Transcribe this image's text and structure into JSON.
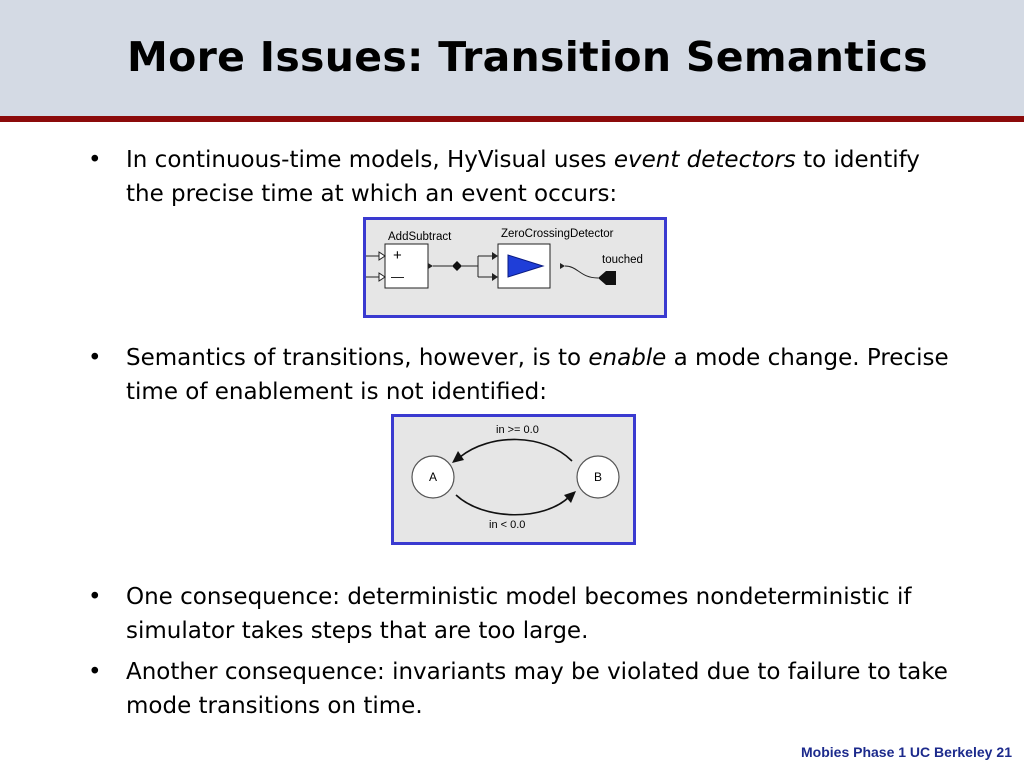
{
  "slide": {
    "title": "More Issues: Transition Semantics"
  },
  "bullets": [
    {
      "marker": "•",
      "parts": [
        "In continuous-time models, HyVisual uses ",
        "event detectors",
        " to identify the precise time at which an event occurs:"
      ]
    },
    {
      "marker": "•",
      "parts": [
        "Semantics of transitions, however, is to ",
        "enable",
        " a mode change. Precise time of enablement is not identified:"
      ]
    },
    {
      "marker": "•",
      "text": "One consequence: deterministic model becomes nondeterministic if simulator takes steps that are too large."
    },
    {
      "marker": "•",
      "text": "Another consequence: invariants may be violated due to failure to take mode transitions on time."
    }
  ],
  "diagram1": {
    "add_subtract_label": "AddSubtract",
    "plus_sign": "+",
    "minus_sign": "—",
    "detector_label": "ZeroCrossingDetector",
    "output_label": "touched"
  },
  "diagram2": {
    "state_a": "A",
    "state_b": "B",
    "top_guard": "in >= 0.0",
    "bottom_guard": "in < 0.0"
  },
  "footer": {
    "text": "Mobies Phase 1 UC Berkeley",
    "page": "21"
  },
  "colors": {
    "title_band": "#d4dae4",
    "title_rule": "#8b0a0a",
    "panel_border": "#3a3ad0",
    "footer_text": "#1c2a8c",
    "detector_triangle": "#1f3ed8"
  }
}
